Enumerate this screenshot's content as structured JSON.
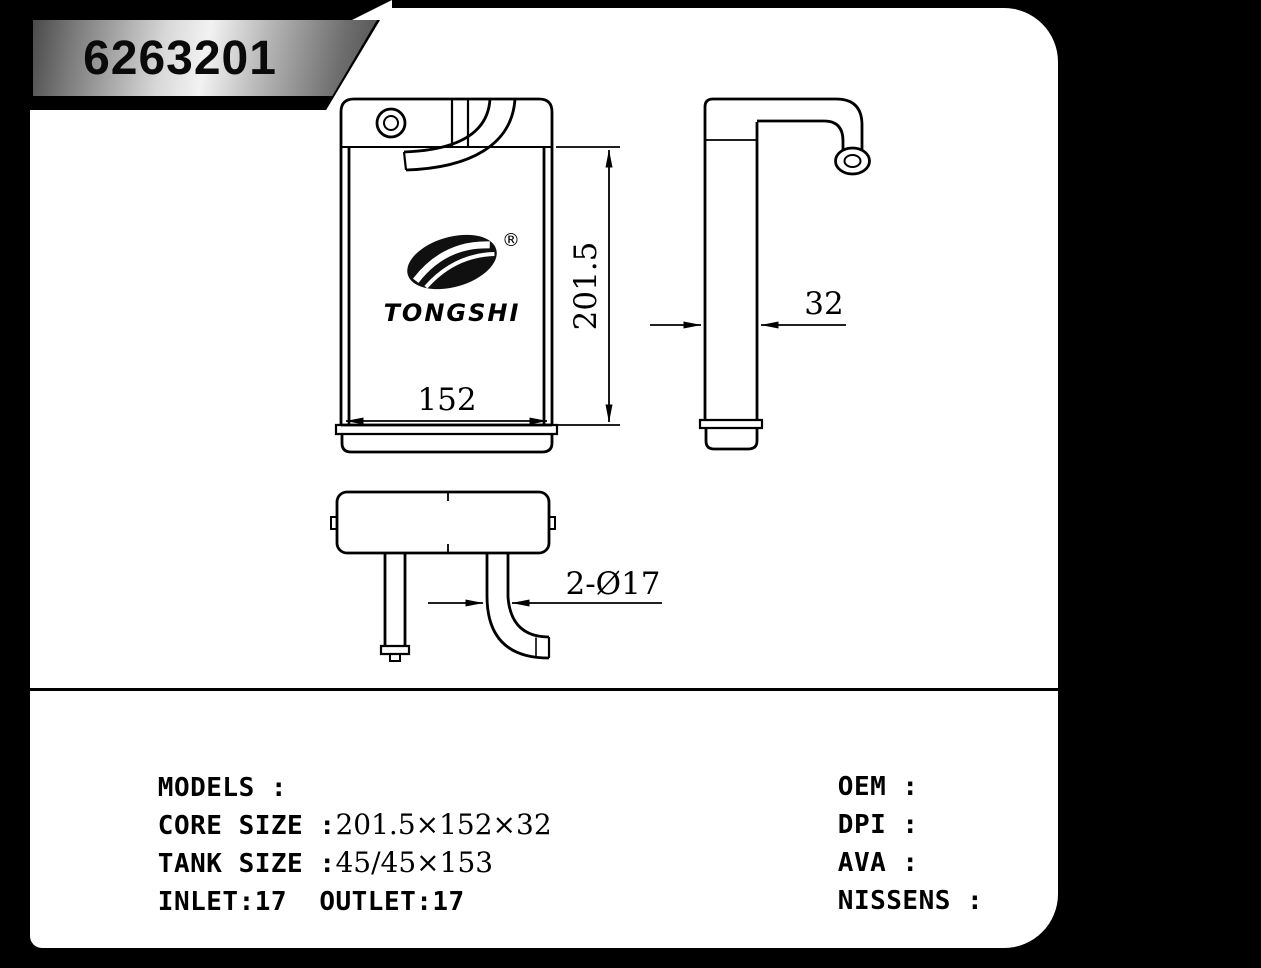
{
  "badge": {
    "part_number": "6263201"
  },
  "drawing": {
    "logo": {
      "brand": "TONGSHI",
      "registered_mark": "®"
    },
    "dimensions": {
      "core_height": "201.5",
      "core_width": "152",
      "core_depth": "32",
      "pipe_spec": "2-Ø17"
    }
  },
  "specs": {
    "left_rows": [
      {
        "label": "MODELS :",
        "value": ""
      },
      {
        "label": "CORE SIZE :",
        "value": "201.5×152×32"
      },
      {
        "label": "TANK SIZE :",
        "value": "45/45×153"
      },
      {
        "label": "INLET:17  OUTLET:17",
        "value": ""
      }
    ],
    "right_rows": [
      {
        "label": "OEM :"
      },
      {
        "label": "DPI :"
      },
      {
        "label": "AVA :"
      },
      {
        "label": "NISSENS :"
      }
    ]
  }
}
